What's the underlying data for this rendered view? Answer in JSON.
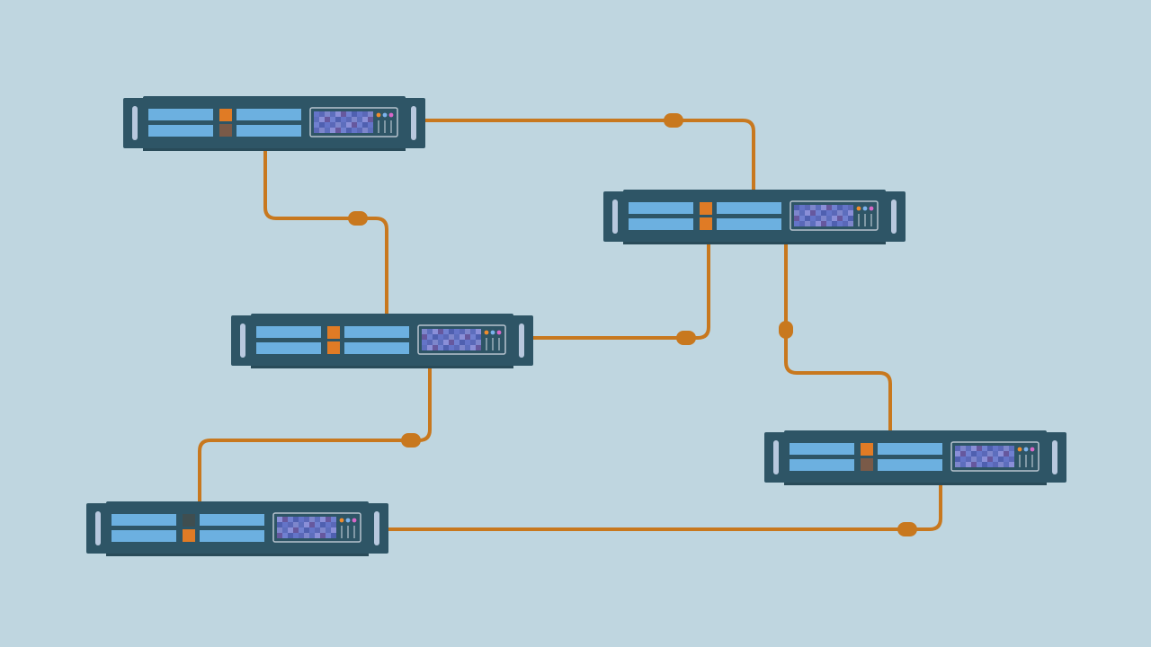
{
  "colors": {
    "background": "#bfd6e0",
    "chassis": "#2e5566",
    "chassis_edge": "#294b59",
    "drive_bay": "#6cb0e0",
    "led_orange": "#e07b25",
    "led_brown": "#7a5a48",
    "led_dim": "#3f4e50",
    "handle": "#b8c8de",
    "panel_border": "#b7c4cf",
    "display_bg": "#5b6fc0",
    "indicator_orange": "#f08c2c",
    "indicator_blue": "#7cb2ec",
    "indicator_pink": "#d867c8",
    "cable": "#c8781e"
  },
  "servers": [
    {
      "id": "server-1",
      "led_top": "orange",
      "led_bottom": "brown"
    },
    {
      "id": "server-2",
      "led_top": "orange",
      "led_bottom": "orange"
    },
    {
      "id": "server-3",
      "led_top": "orange",
      "led_bottom": "orange"
    },
    {
      "id": "server-4",
      "led_top": "orange",
      "led_bottom": "brown"
    },
    {
      "id": "server-5",
      "led_top": "dim",
      "led_bottom": "orange"
    }
  ],
  "connections": [
    {
      "id": "link-1",
      "from": "server-1",
      "to": "server-2"
    },
    {
      "id": "link-2",
      "from": "server-1",
      "to": "server-3"
    },
    {
      "id": "link-3",
      "from": "server-3",
      "to": "server-2"
    },
    {
      "id": "link-4",
      "from": "server-2",
      "to": "server-4"
    },
    {
      "id": "link-5",
      "from": "server-3",
      "to": "server-5"
    },
    {
      "id": "link-6",
      "from": "server-5",
      "to": "server-4"
    }
  ]
}
